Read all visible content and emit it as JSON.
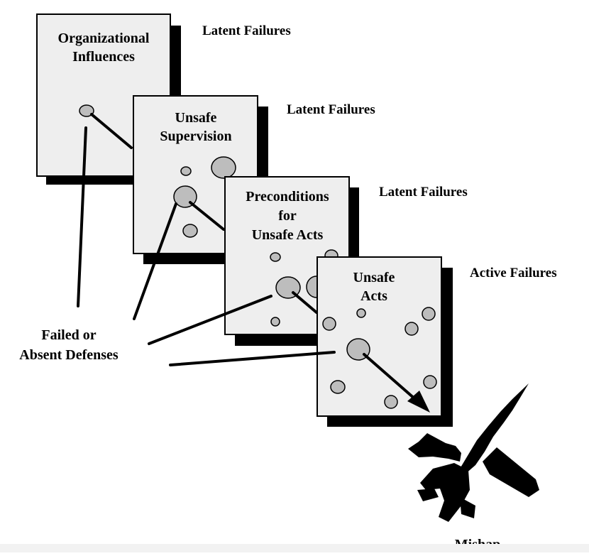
{
  "diagram": {
    "layers": [
      {
        "title_lines": [
          "Organizational",
          "Influences"
        ],
        "failure_label": "Latent Failures"
      },
      {
        "title_lines": [
          "Unsafe",
          "Supervision"
        ],
        "failure_label": "Latent Failures"
      },
      {
        "title_lines": [
          "Preconditions",
          "for",
          "Unsafe Acts"
        ],
        "failure_label": "Latent Failures"
      },
      {
        "title_lines": [
          "Unsafe",
          "Acts"
        ],
        "failure_label": "Active Failures"
      }
    ],
    "defenses_label": [
      "Failed or",
      "Absent Defenses"
    ],
    "outcome_label": "Mishap",
    "colors": {
      "slice": "#eeeeee",
      "shadow": "#000000",
      "hole": "#bdbdbd",
      "line": "#000000"
    }
  }
}
